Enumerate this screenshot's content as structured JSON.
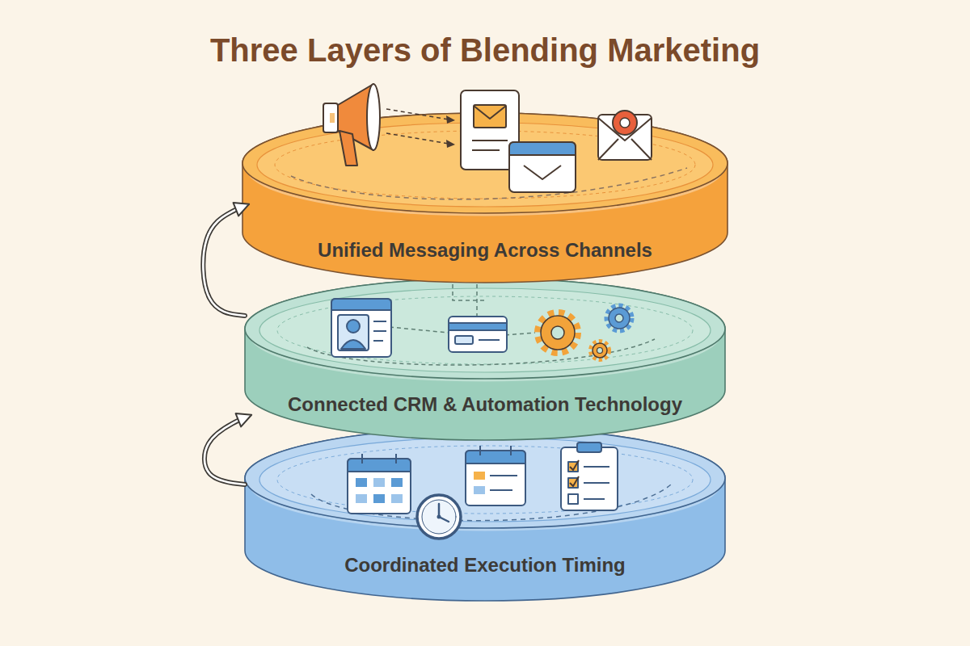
{
  "diagram": {
    "title": "Three Layers of Blending Marketing",
    "nodes": [
      {
        "text": [
          "Unified Messaging Across Channels"
        ]
      },
      {
        "text": [
          "Connected CRM & Automation Technology"
        ]
      },
      {
        "text": [
          "Coordinated Execution Timing"
        ]
      }
    ],
    "edges": [
      {
        "from": 2,
        "to": 1,
        "arrow": "to"
      },
      {
        "from": 1,
        "to": 0,
        "arrow": "to"
      }
    ]
  }
}
